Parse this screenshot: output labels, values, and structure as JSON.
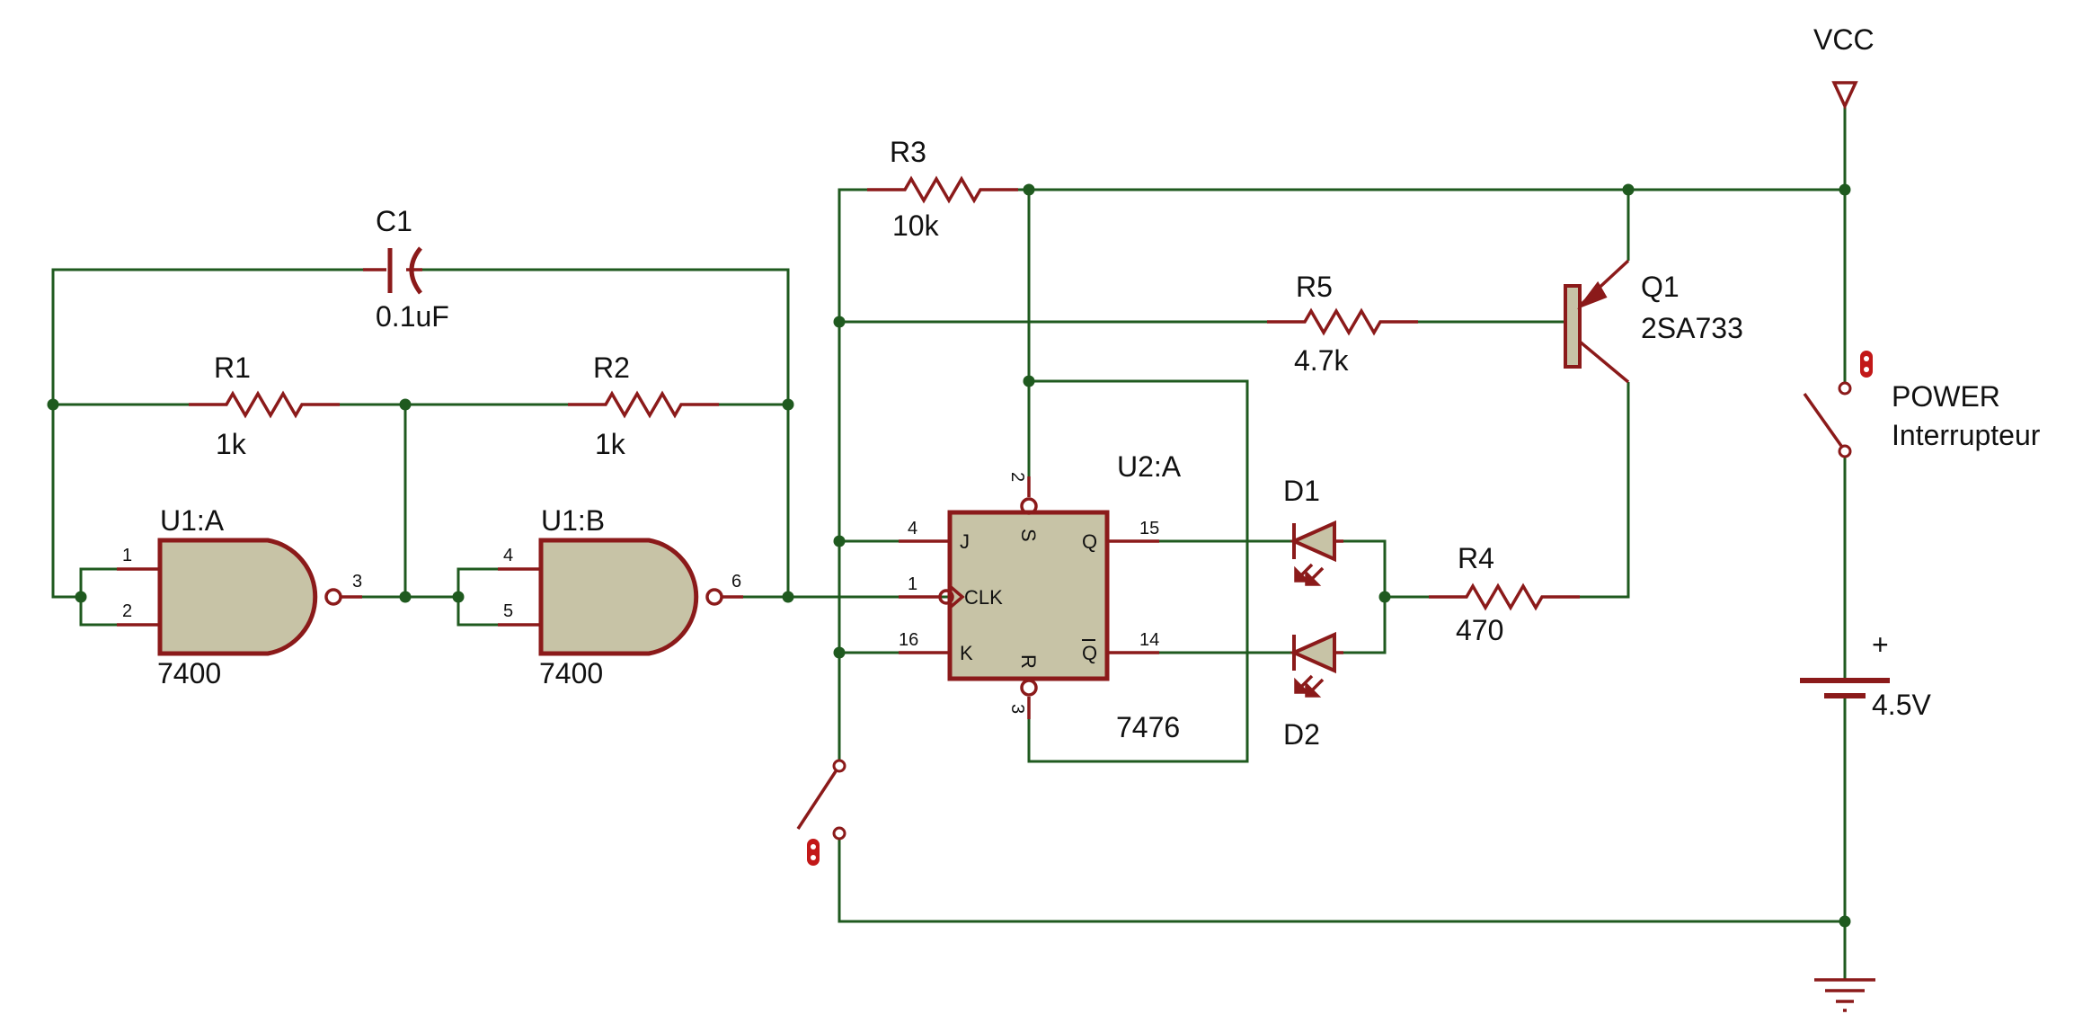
{
  "power": {
    "vcc_label": "VCC",
    "switch_label": "POWER",
    "switch_sub": "Interrupteur"
  },
  "battery": {
    "plus": "+",
    "value": "4.5V"
  },
  "c1": {
    "ref": "C1",
    "value": "0.1uF"
  },
  "r1": {
    "ref": "R1",
    "value": "1k"
  },
  "r2": {
    "ref": "R2",
    "value": "1k"
  },
  "r3": {
    "ref": "R3",
    "value": "10k"
  },
  "r4": {
    "ref": "R4",
    "value": "470"
  },
  "r5": {
    "ref": "R5",
    "value": "4.7k"
  },
  "q1": {
    "ref": "Q1",
    "value": "2SA733"
  },
  "u1a": {
    "ref": "U1:A",
    "part": "7400",
    "pins": [
      "1",
      "2",
      "3"
    ]
  },
  "u1b": {
    "ref": "U1:B",
    "part": "7400",
    "pins": [
      "4",
      "5",
      "6"
    ]
  },
  "u2a": {
    "ref": "U2:A",
    "part": "7476",
    "inner": {
      "j": "J",
      "clk": "CLK",
      "k": "K",
      "s": "S",
      "r": "R",
      "q": "Q",
      "qbar": "Q"
    },
    "pins": {
      "j": "4",
      "clk": "1",
      "k": "16",
      "s": "2",
      "r": "3",
      "q": "15",
      "qbar": "14"
    }
  },
  "d1": {
    "ref": "D1"
  },
  "d2": {
    "ref": "D2"
  },
  "colors": {
    "wire": "#1f5a1f",
    "component": "#8b1a1a",
    "gate_fill": "#c7c3a6"
  }
}
